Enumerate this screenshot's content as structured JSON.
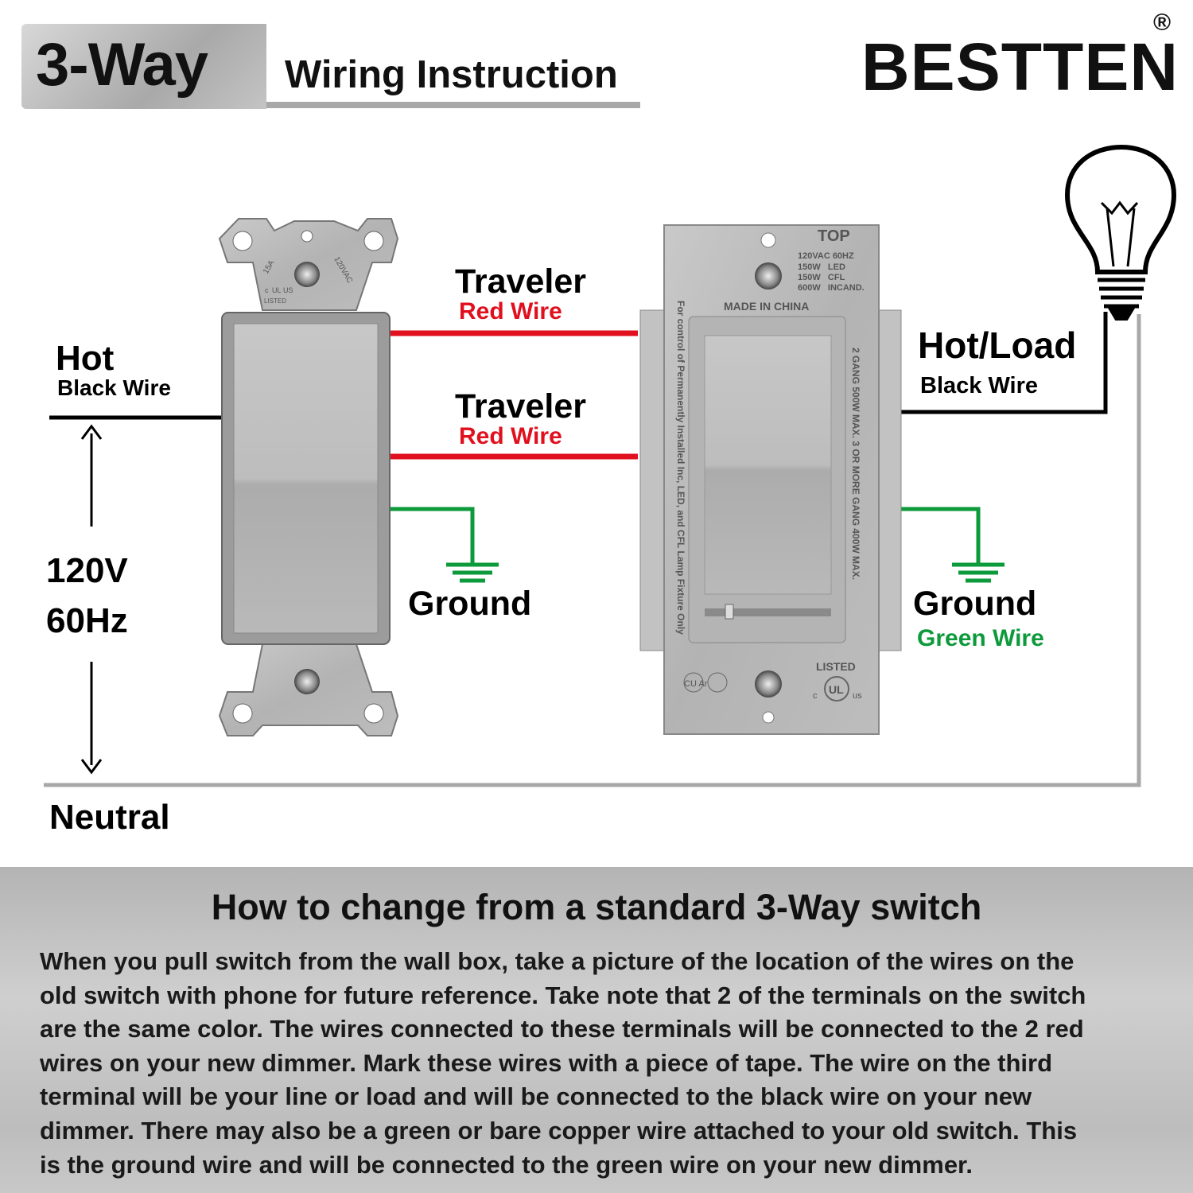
{
  "header": {
    "title": "3-Way",
    "subtitle": "Wiring Instruction",
    "brand": "BESTTEN",
    "brand_mark": "®"
  },
  "labels": {
    "hot": "Hot",
    "hot_wire": "Black Wire",
    "voltage": "120V",
    "frequency": "60Hz",
    "neutral": "Neutral",
    "traveler1": "Traveler",
    "traveler1_wire": "Red Wire",
    "traveler2": "Traveler",
    "traveler2_wire": "Red Wire",
    "ground_left": "Ground",
    "hot_load": "Hot/Load",
    "hot_load_wire": "Black Wire",
    "ground_right": "Ground",
    "ground_right_wire": "Green Wire"
  },
  "switch": {
    "rating_a": "15A",
    "rating_v": "120VAC",
    "ul": "UL",
    "ul_c": "c",
    "ul_us": "US",
    "listed": "LISTED"
  },
  "dimmer": {
    "top": "TOP",
    "specs": [
      "120VAC 60HZ",
      "150W   LED",
      "150W   CFL",
      "600W   INCAND."
    ],
    "made_in": "MADE IN CHINA",
    "side_left": "For control of Permanently Installed Inc, LED, and CFL Lamp Fixture Only",
    "side_right": "2 GANG 500W MAX. 3 OR MORE GANG 400W MAX.",
    "listed": "LISTED",
    "cert": "CU Ar",
    "ul": "UL",
    "ul_c": "c",
    "ul_us": "us"
  },
  "colors": {
    "red_wire": "#e0101e",
    "green_wire": "#0c9a3a",
    "black_wire": "#000000",
    "neutral_wire": "#a8a8a8"
  },
  "instructions": {
    "title": "How to change from a standard 3-Way switch",
    "lines": [
      "When you pull switch from the wall box, take a picture of the location of the wires on the",
      "old switch with phone for future reference. Take note that 2 of the terminals on the switch",
      "are the same color. The wires connected to these terminals will be connected to the 2 red",
      "wires on your new dimmer. Mark these wires with a piece of tape. The wire on the third",
      "terminal will be your line or load and will be connected to the black wire on your new",
      "dimmer. There may also be a green or bare copper wire attached to your old switch. This",
      "is the ground wire and will be connected to the green wire on your new dimmer."
    ]
  }
}
